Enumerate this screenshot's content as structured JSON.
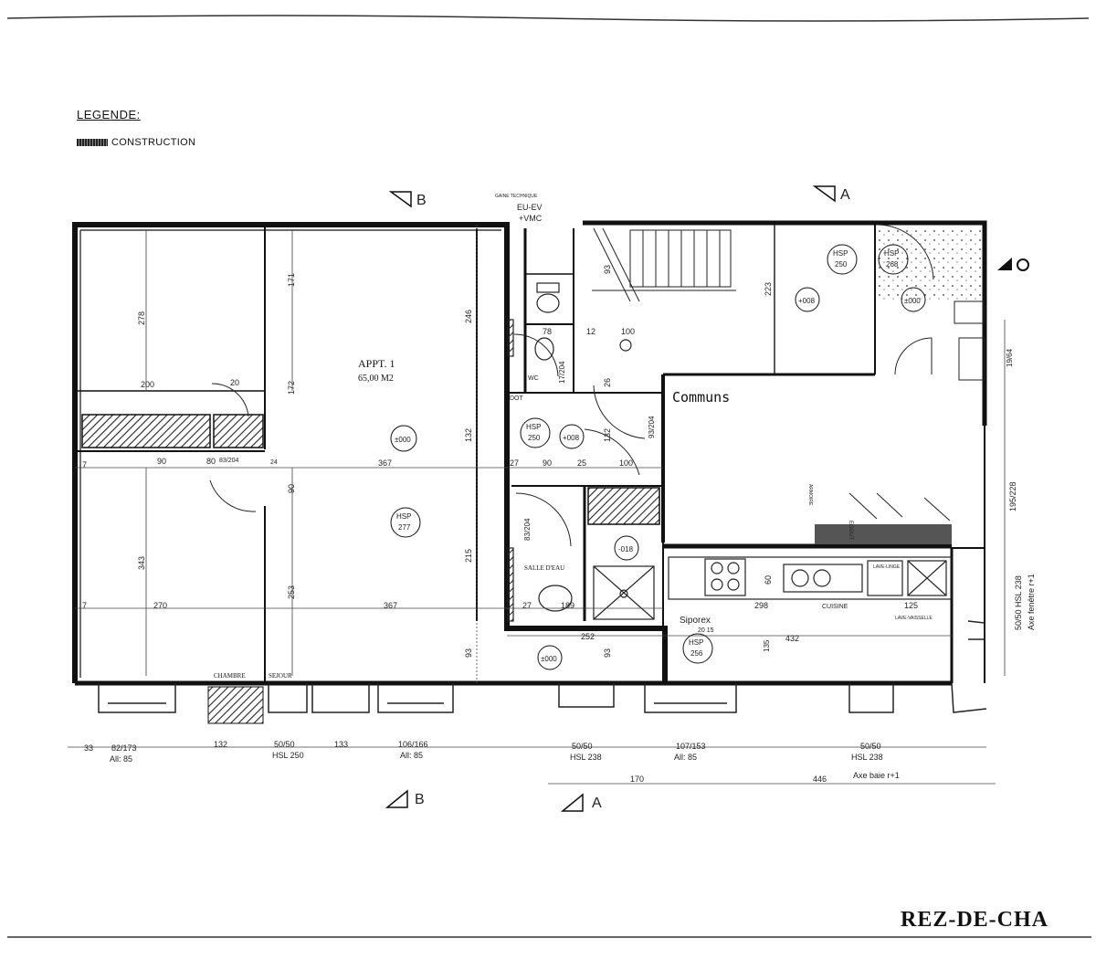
{
  "legend": {
    "title": "LEGENDE:",
    "construction_label": "CONSTRUCTION"
  },
  "sheet_title": "REZ-DE-CHA",
  "section_markers": {
    "a": "A",
    "b": "B"
  },
  "apartment": {
    "name": "APPT. 1",
    "area": "65,00 M2"
  },
  "rooms": {
    "communs": "Communs",
    "salle_eau": "SALLE D'EAU",
    "cuisine": "CUISINE",
    "chambre": "CHAMBRE",
    "sejour": "SEJOUR",
    "wc": "WC",
    "siporex": "Siporex",
    "siporex_dim": "20 15",
    "gaine": "GAINE TECHNIQUE",
    "gaine_eu": "EU-EV",
    "gaine_vmc": "+VMC",
    "lave_linge": "LAVE-LINGE",
    "lave_vaisselle": "LAVE-VAISSELLE",
    "hsl_vertical": "50/50 HSL 238",
    "axe_fenetre": "Axe fenêtre r+1",
    "axe_baie": "Axe baie r+1",
    "dot": "DOT",
    "egout": "EGOUT",
    "armoire": "ARMOIRE"
  },
  "levels": {
    "l000": "±000",
    "l008": "+008",
    "l018": "-018",
    "hsp": "HSP",
    "h250": "250",
    "h268": "268",
    "h277": "277",
    "h256": "256"
  },
  "dims": {
    "d278": "278",
    "d200": "200",
    "d90": "90",
    "d80": "80",
    "d83_204": "83/204",
    "d171": "171",
    "d172": "172",
    "d246": "246",
    "d367": "367",
    "d343": "343",
    "d270": "270",
    "d253": "253",
    "d215": "215",
    "d93": "93",
    "d132": "132",
    "d27": "27",
    "d25": "25",
    "d100": "100",
    "d78": "78",
    "d12": "12",
    "d17_204": "17/204",
    "d26": "26",
    "d93_204": "93/204",
    "d223": "223",
    "d252": "252",
    "d432": "432",
    "d298": "298",
    "d125": "125",
    "d60": "60",
    "d195_228": "195/228",
    "d19_64": "19/64",
    "d20": "20",
    "d7": "7",
    "d189": "189",
    "d135": "135",
    "d24": "24"
  },
  "bottom_dims": {
    "b33": "33",
    "b82_173": "82/173",
    "all85a": "All: 85",
    "b132": "132",
    "b50_50a": "50/50",
    "hsl250": "HSL 250",
    "b133": "133",
    "b106_166": "106/166",
    "all85b": "All: 85",
    "b50_50b": "50/50",
    "hsl238a": "HSL 238",
    "b107_153": "107/153",
    "all85c": "All: 85",
    "b50_50c": "50/50",
    "hsl238b": "HSL 238",
    "b170": "170",
    "b446": "446"
  }
}
